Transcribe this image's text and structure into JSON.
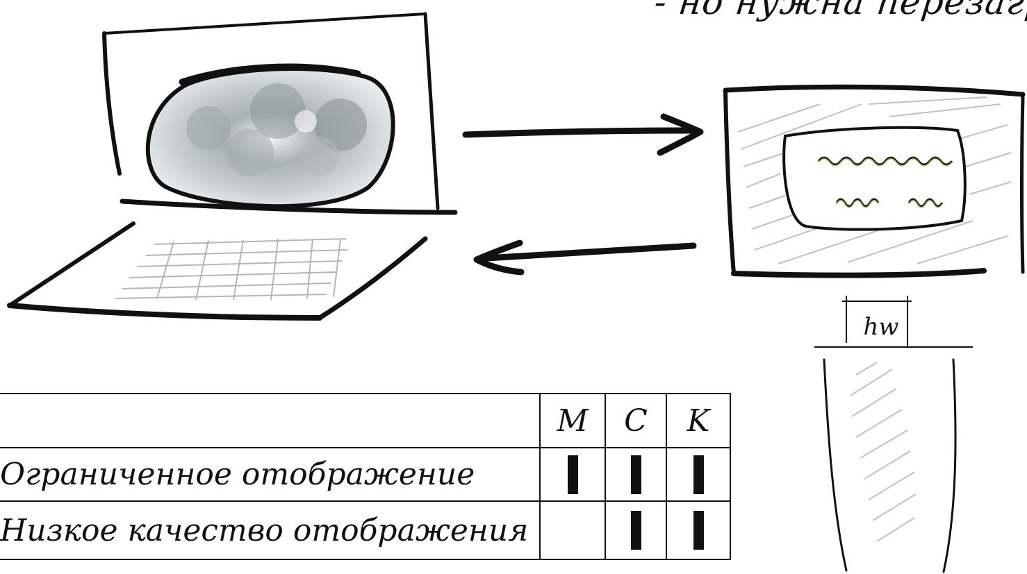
{
  "caption": {
    "top_text": "- но нужна перезагру"
  },
  "device_icons": {
    "laptop": "laptop-sketch-icon",
    "arrow_right": "arrow-right-icon",
    "arrow_left": "arrow-left-icon",
    "monitor": "monitor-sketch-icon",
    "server_box": "server-box-sketch-icon",
    "mini_label": "hw"
  },
  "table": {
    "columns": [
      "M",
      "C",
      "K"
    ],
    "rows": [
      {
        "label": "Ограниченное отображение",
        "marks": [
          true,
          true,
          true
        ]
      },
      {
        "label": "Низкое качество отображения",
        "marks": [
          false,
          true,
          true
        ]
      }
    ]
  }
}
